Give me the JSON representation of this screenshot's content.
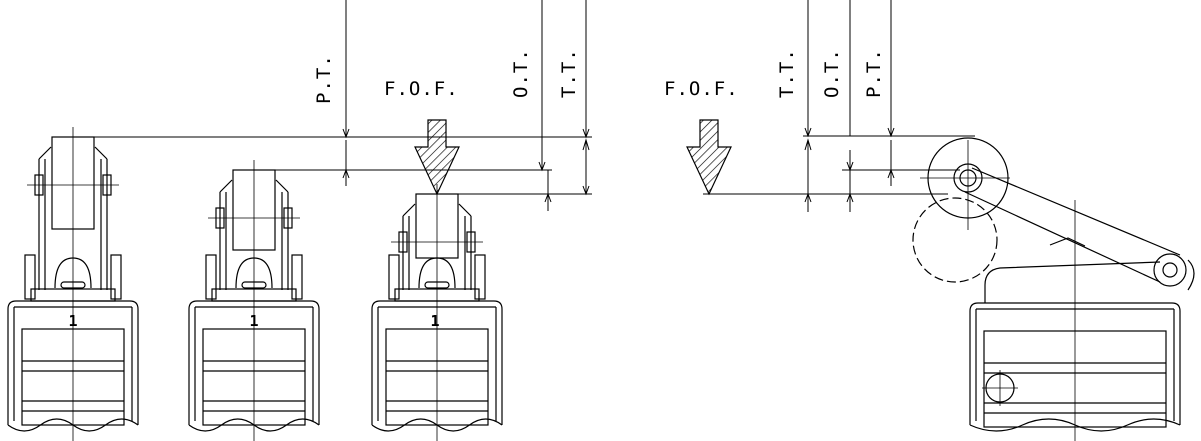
{
  "labels": {
    "pt": "P.T.",
    "ot": "O.T.",
    "tt": "T.T.",
    "fof": "F.O.F.",
    "part_number": "1"
  },
  "colors": {
    "line": "#000000",
    "background": "#ffffff"
  }
}
